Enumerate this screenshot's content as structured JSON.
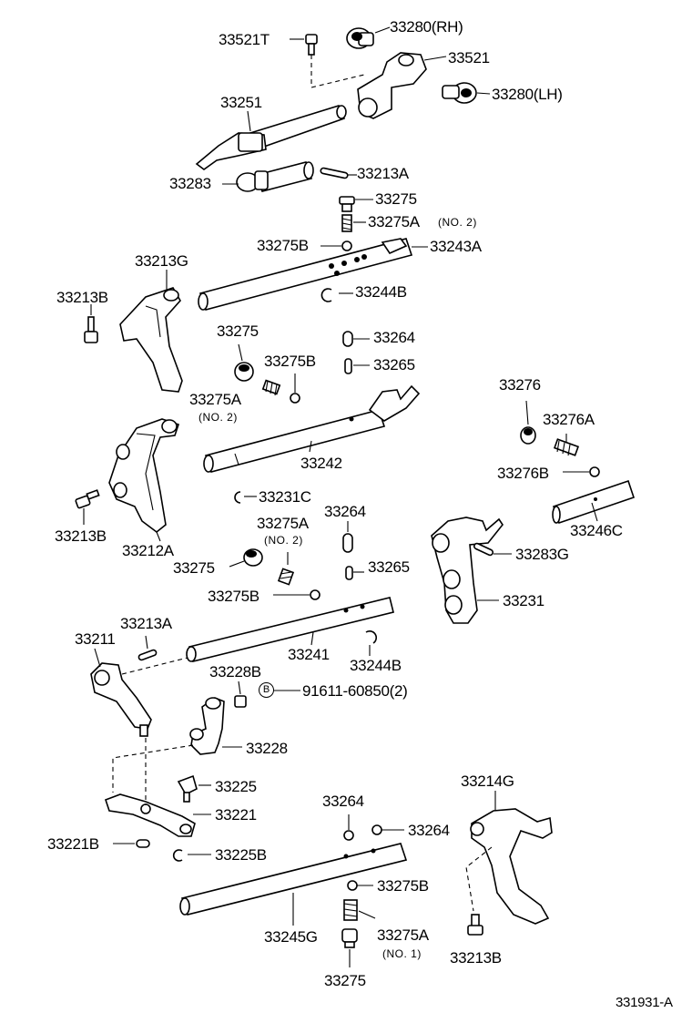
{
  "labels": {
    "l33521T": "33521T",
    "l33280RH": "33280(RH)",
    "l33521": "33521",
    "l33280LH": "33280(LH)",
    "l33251": "33251",
    "l33283": "33283",
    "l33213A_top": "33213A",
    "l33275_top": "33275",
    "l33275A_top": "33275A",
    "l33275A_top_no": "(NO. 2)",
    "l33275B_top": "33275B",
    "l33243A": "33243A",
    "l33213G": "33213G",
    "l33213B_1": "33213B",
    "l33244B_1": "33244B",
    "l33275_mid": "33275",
    "l33264_1": "33264",
    "l33275B_mid": "33275B",
    "l33265_1": "33265",
    "l33275A_mid": "33275A",
    "l33275A_mid_no": "(NO. 2)",
    "l33276": "33276",
    "l33276A": "33276A",
    "l33242": "33242",
    "l33276B": "33276B",
    "l33213B_2": "33213B",
    "l33231C": "33231C",
    "l33264_2": "33264",
    "l33275A_low": "33275A",
    "l33275A_low_no": "(NO. 2)",
    "l33246C": "33246C",
    "l33212A": "33212A",
    "l33283G": "33283G",
    "l33275_low": "33275",
    "l33265_2": "33265",
    "l33275B_low": "33275B",
    "l33231": "33231",
    "l33213A_low": "33213A",
    "l33211": "33211",
    "l33241": "33241",
    "l33244B_2": "33244B",
    "l33228B": "33228B",
    "lB_mark": "B",
    "l91611": "91611-60850(2)",
    "l33228": "33228",
    "l33225": "33225",
    "l33221": "33221",
    "l33214G": "33214G",
    "l33264_3": "33264",
    "l33264_4": "33264",
    "l33221B": "33221B",
    "l33225B": "33225B",
    "l33275B_bot": "33275B",
    "l33245G": "33245G",
    "l33275A_bot": "33275A",
    "l33275A_bot_no": "(NO. 1)",
    "l33213B_3": "33213B",
    "l33275_bot": "33275",
    "ref_code": "331931-A"
  }
}
